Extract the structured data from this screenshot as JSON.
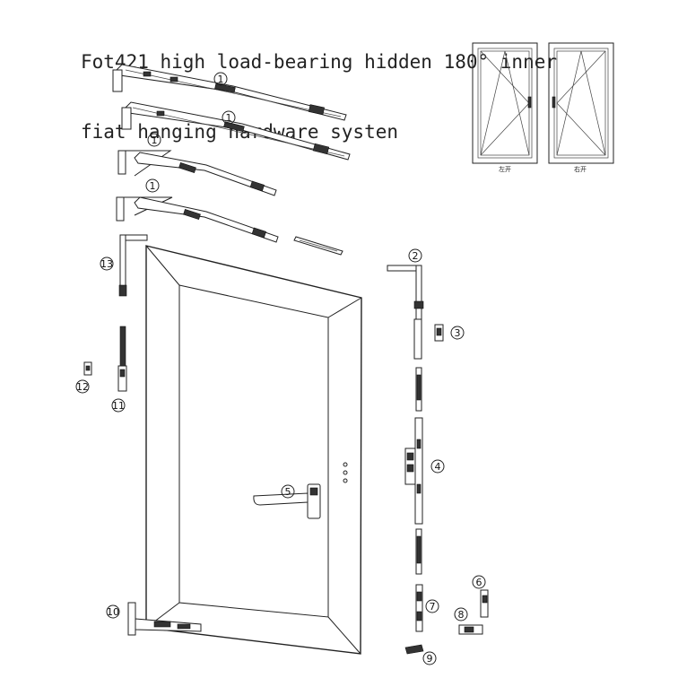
{
  "title": {
    "line1": "Fot421 high load-bearing hidden 180° inner",
    "line2": "fiat hanging hardware systen"
  },
  "diagram": {
    "window_left_caption": "左开",
    "window_right_caption": "右开",
    "callouts": {
      "c1a": "1",
      "c1b": "1",
      "c1c": "1",
      "c1d": "1",
      "c2": "2",
      "c3": "3",
      "c4": "4",
      "c5": "5",
      "c6": "6",
      "c7": "7",
      "c8": "8",
      "c9": "9",
      "c10": "10",
      "c11": "11",
      "c12": "12",
      "c13": "13"
    }
  }
}
